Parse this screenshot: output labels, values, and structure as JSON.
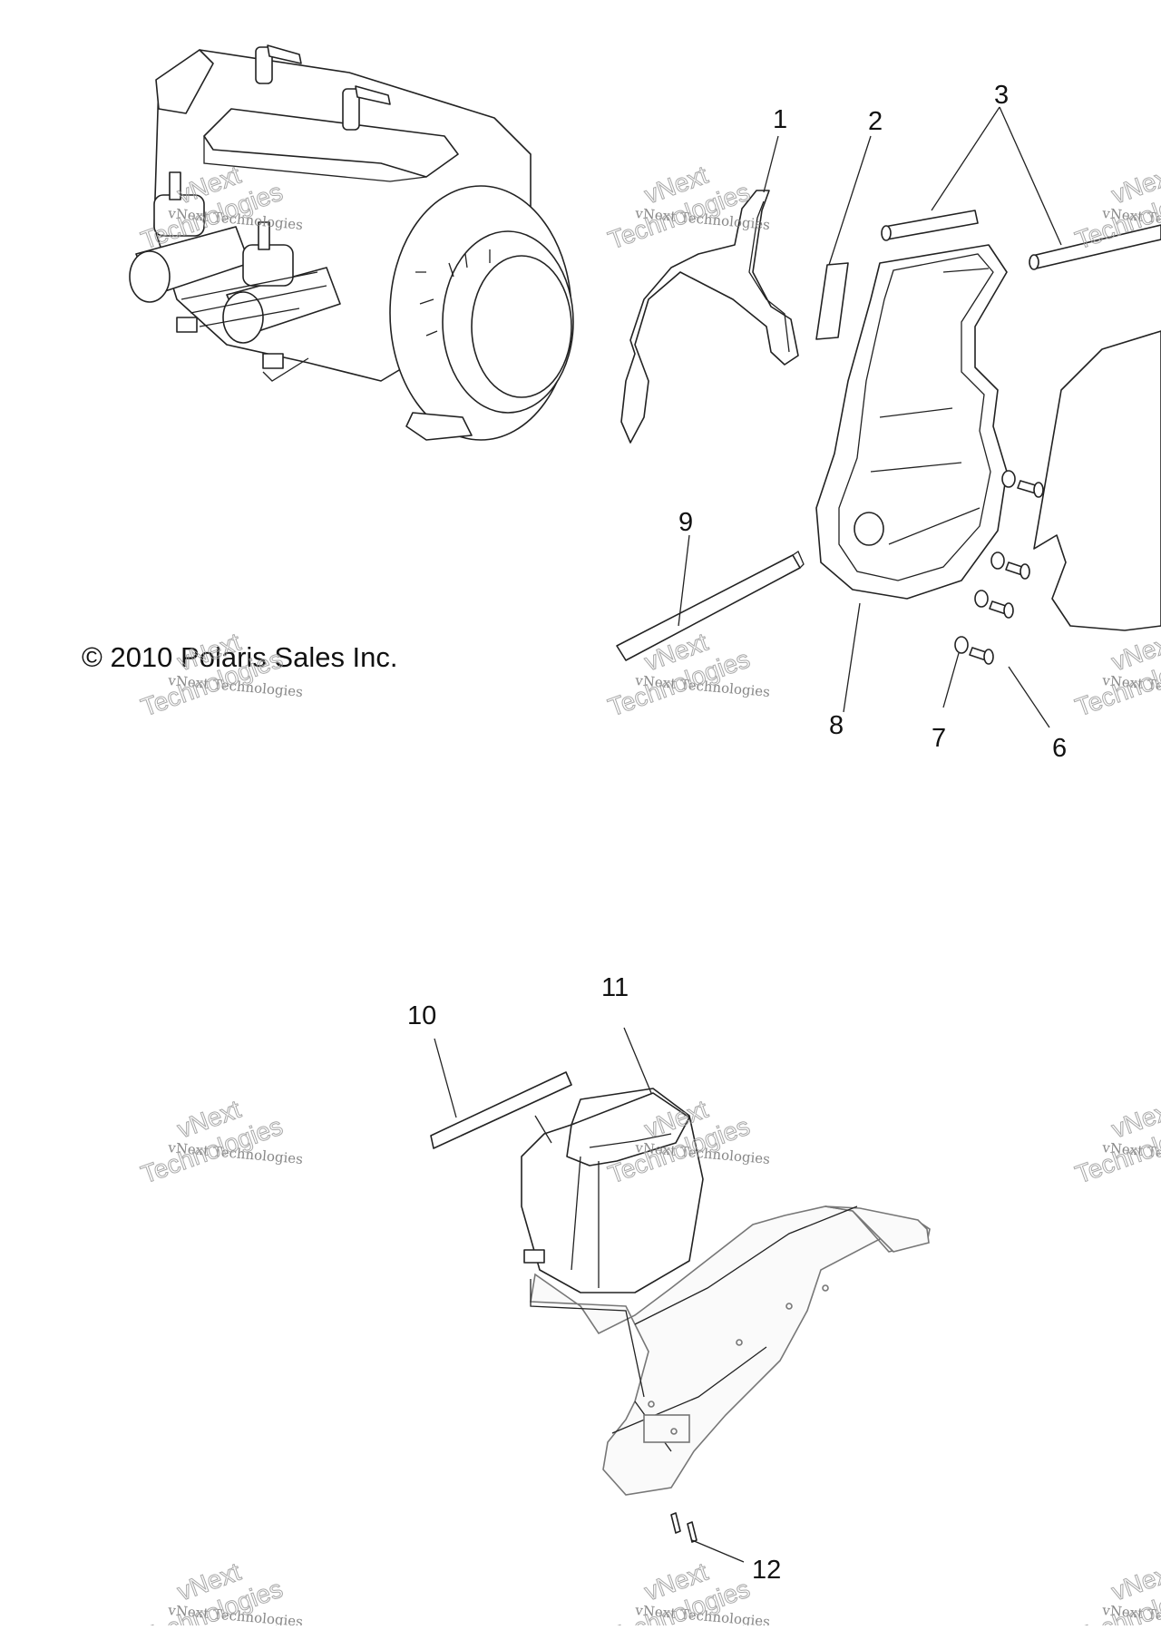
{
  "copyright": "© 2010 Polaris Sales Inc.",
  "watermark": {
    "line1": "vNext Technologies",
    "line2": "vNext",
    "line3": "Technologies"
  },
  "callouts": [
    "1",
    "2",
    "3",
    "6",
    "7",
    "8",
    "9",
    "10",
    "11",
    "12"
  ],
  "parts": [
    {
      "id": "engine",
      "name": "engine-assembly"
    },
    {
      "id": "p1",
      "name": "seal-gasket"
    },
    {
      "id": "p2",
      "name": "foam-pad"
    },
    {
      "id": "p3",
      "name": "seal-strips"
    },
    {
      "id": "p6",
      "name": "screws"
    },
    {
      "id": "p7",
      "name": "washers"
    },
    {
      "id": "p8",
      "name": "air-duct"
    },
    {
      "id": "p9",
      "name": "foam-strip"
    },
    {
      "id": "p10",
      "name": "foam-strip"
    },
    {
      "id": "p11",
      "name": "air-box"
    },
    {
      "id": "p12",
      "name": "mounting-bracket"
    }
  ]
}
